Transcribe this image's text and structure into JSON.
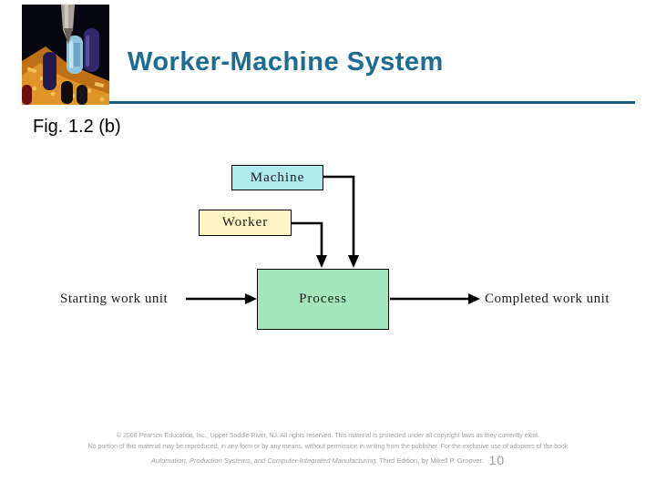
{
  "slide": {
    "title": "Worker-Machine System",
    "fig_label": "Fig. 1.2 (b)",
    "colors": {
      "title_color": "#1c6c92",
      "rule_color": "#16607c",
      "machine_fill": "#aeeaf0",
      "worker_fill": "#fdf6c2",
      "process_fill": "#a3e6bd",
      "footer_color": "#a0a0a0"
    }
  },
  "diagram": {
    "machine_label": "Machine",
    "worker_label": "Worker",
    "process_label": "Process",
    "input_label": "Starting work unit",
    "output_label": "Completed work unit"
  },
  "footer": {
    "line1": "© 2008 Pearson Education, Inc., Upper Saddle River, NJ.  All rights reserved.  This material is protected under all copyright laws as they currently exist.",
    "line2": "No portion of this material may be reproduced, in any form or by any means, without permission in writing from the publisher.  For the exclusive use of adopters of the book",
    "line3_book_title": "Automation, Production Systems, and Computer-Integrated Manufacturing,",
    "line3_rest": " Third Edition, by Mikell P. Groover.",
    "page_number": "10"
  }
}
